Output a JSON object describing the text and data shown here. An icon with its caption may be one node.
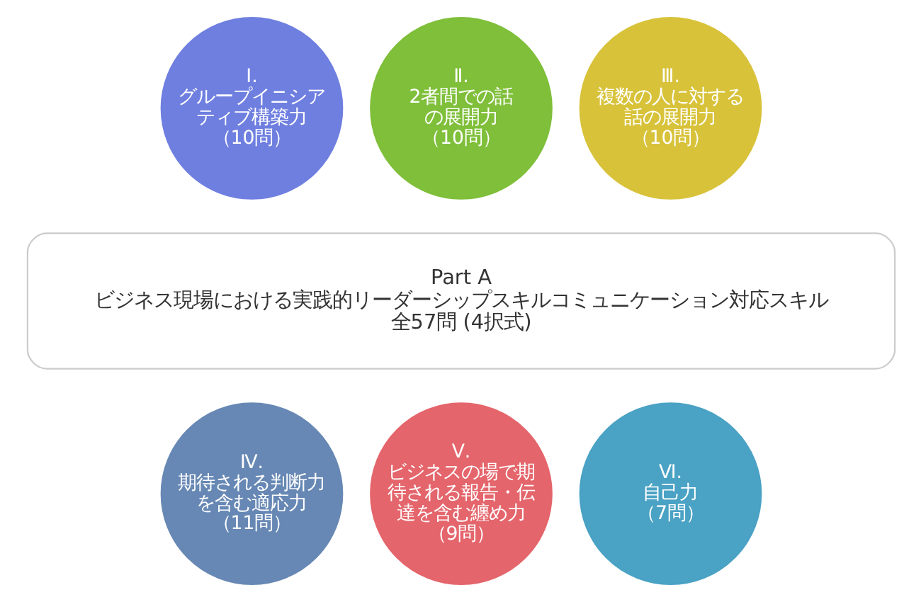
{
  "diagram": {
    "nodes": [
      {
        "text": [
          "Part A",
          "ビジネス現場における実践的リーダーシップスキルコミュニケーション対応スキル",
          "全57問 (4択式)"
        ]
      },
      {
        "text": [
          "Ⅰ.",
          "グループイニシアティブ構築力",
          "（10問）"
        ]
      },
      {
        "text": [
          "Ⅱ.",
          "2者間での話の展開力",
          "（10問）"
        ]
      },
      {
        "text": [
          "Ⅲ.",
          "複数の人に対する話の展開力",
          "（10問）"
        ]
      },
      {
        "text": [
          "Ⅳ.",
          "期待される判断力を含む適応力",
          "（11問）"
        ]
      },
      {
        "text": [
          "Ⅴ.",
          "ビジネスの場で期待される報告・伝達を含む纏め力",
          "（9問）"
        ]
      },
      {
        "text": [
          "Ⅵ.",
          "自己力",
          "（7問）"
        ]
      }
    ],
    "edges": []
  }
}
